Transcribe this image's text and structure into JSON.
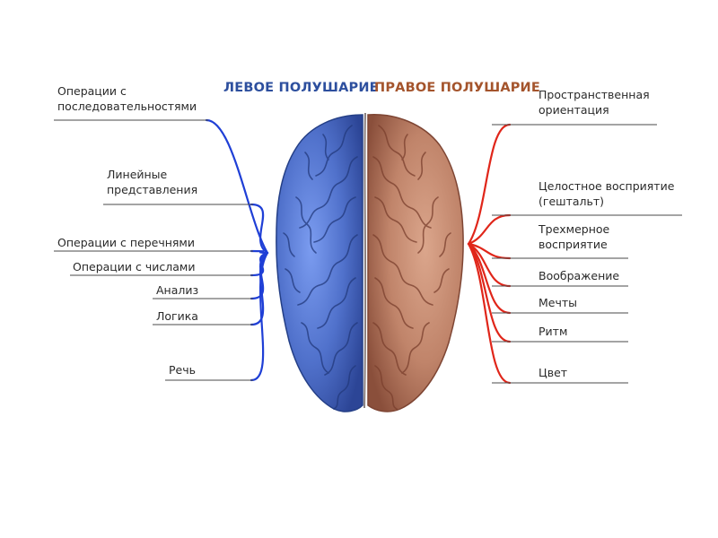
{
  "titles": {
    "left": "ЛЕВОЕ ПОЛУШАРИЕ",
    "right": "ПРАВОЕ ПОЛУШАРИЕ"
  },
  "colors": {
    "left_title": "#2d4f9e",
    "right_title": "#a4542c",
    "left_lines": "#1f3fd6",
    "right_lines": "#e0261a",
    "underline": "#4a4a4a",
    "left_brain": "#5478cf",
    "left_brain_dark": "#2f4c9e",
    "right_brain": "#c68a6f",
    "right_brain_dark": "#8a4f3b"
  },
  "left_labels": [
    {
      "lines": [
        "Операции с",
        "последовательностями"
      ]
    },
    {
      "lines": [
        "Линейные",
        "представления"
      ]
    },
    {
      "lines": [
        "Операции с перечнями"
      ]
    },
    {
      "lines": [
        "Операции с числами"
      ]
    },
    {
      "lines": [
        "Анализ"
      ]
    },
    {
      "lines": [
        "Логика"
      ]
    },
    {
      "lines": [
        "Речь"
      ]
    }
  ],
  "right_labels": [
    {
      "lines": [
        "Пространственная",
        "ориентация"
      ]
    },
    {
      "lines": [
        "Целостное восприятие",
        "(гештальт)"
      ]
    },
    {
      "lines": [
        "Трехмерное",
        "восприятие"
      ]
    },
    {
      "lines": [
        "Воображение"
      ]
    },
    {
      "lines": [
        "Мечты"
      ]
    },
    {
      "lines": [
        "Ритм"
      ]
    },
    {
      "lines": [
        "Цвет"
      ]
    }
  ],
  "icons": {
    "left_hemisphere": "brain-left-hemisphere-icon",
    "right_hemisphere": "brain-right-hemisphere-icon"
  }
}
